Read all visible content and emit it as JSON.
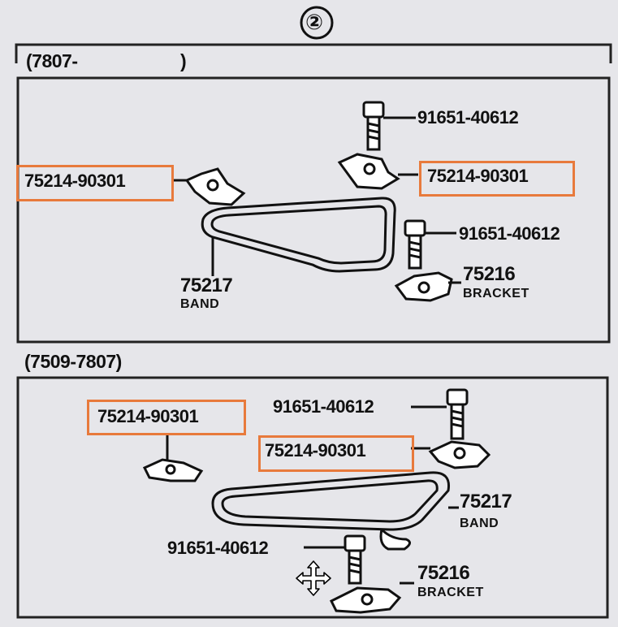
{
  "diagram": {
    "section_number": "②",
    "upper": {
      "range": "(7807-",
      "range_close": ")",
      "labels": {
        "bolt_top": "91651-40612",
        "hanger_left": "75214-90301",
        "hanger_right": "75214-90301",
        "bolt_right": "91651-40612",
        "band_number": "75217",
        "band_name": "BAND",
        "bracket_number": "75216",
        "bracket_name": "BRACKET"
      }
    },
    "lower": {
      "range": "(7509-7807)",
      "labels": {
        "hanger_left": "75214-90301",
        "bolt_top": "91651-40612",
        "hanger_mid": "75214-90301",
        "band_number": "75217",
        "band_name": "BAND",
        "bolt_bottom": "91651-40612",
        "bracket_number": "75216",
        "bracket_name": "BRACKET"
      }
    },
    "highlight_color": "#e87a3c",
    "cursor_icon": "move-cursor-icon"
  }
}
